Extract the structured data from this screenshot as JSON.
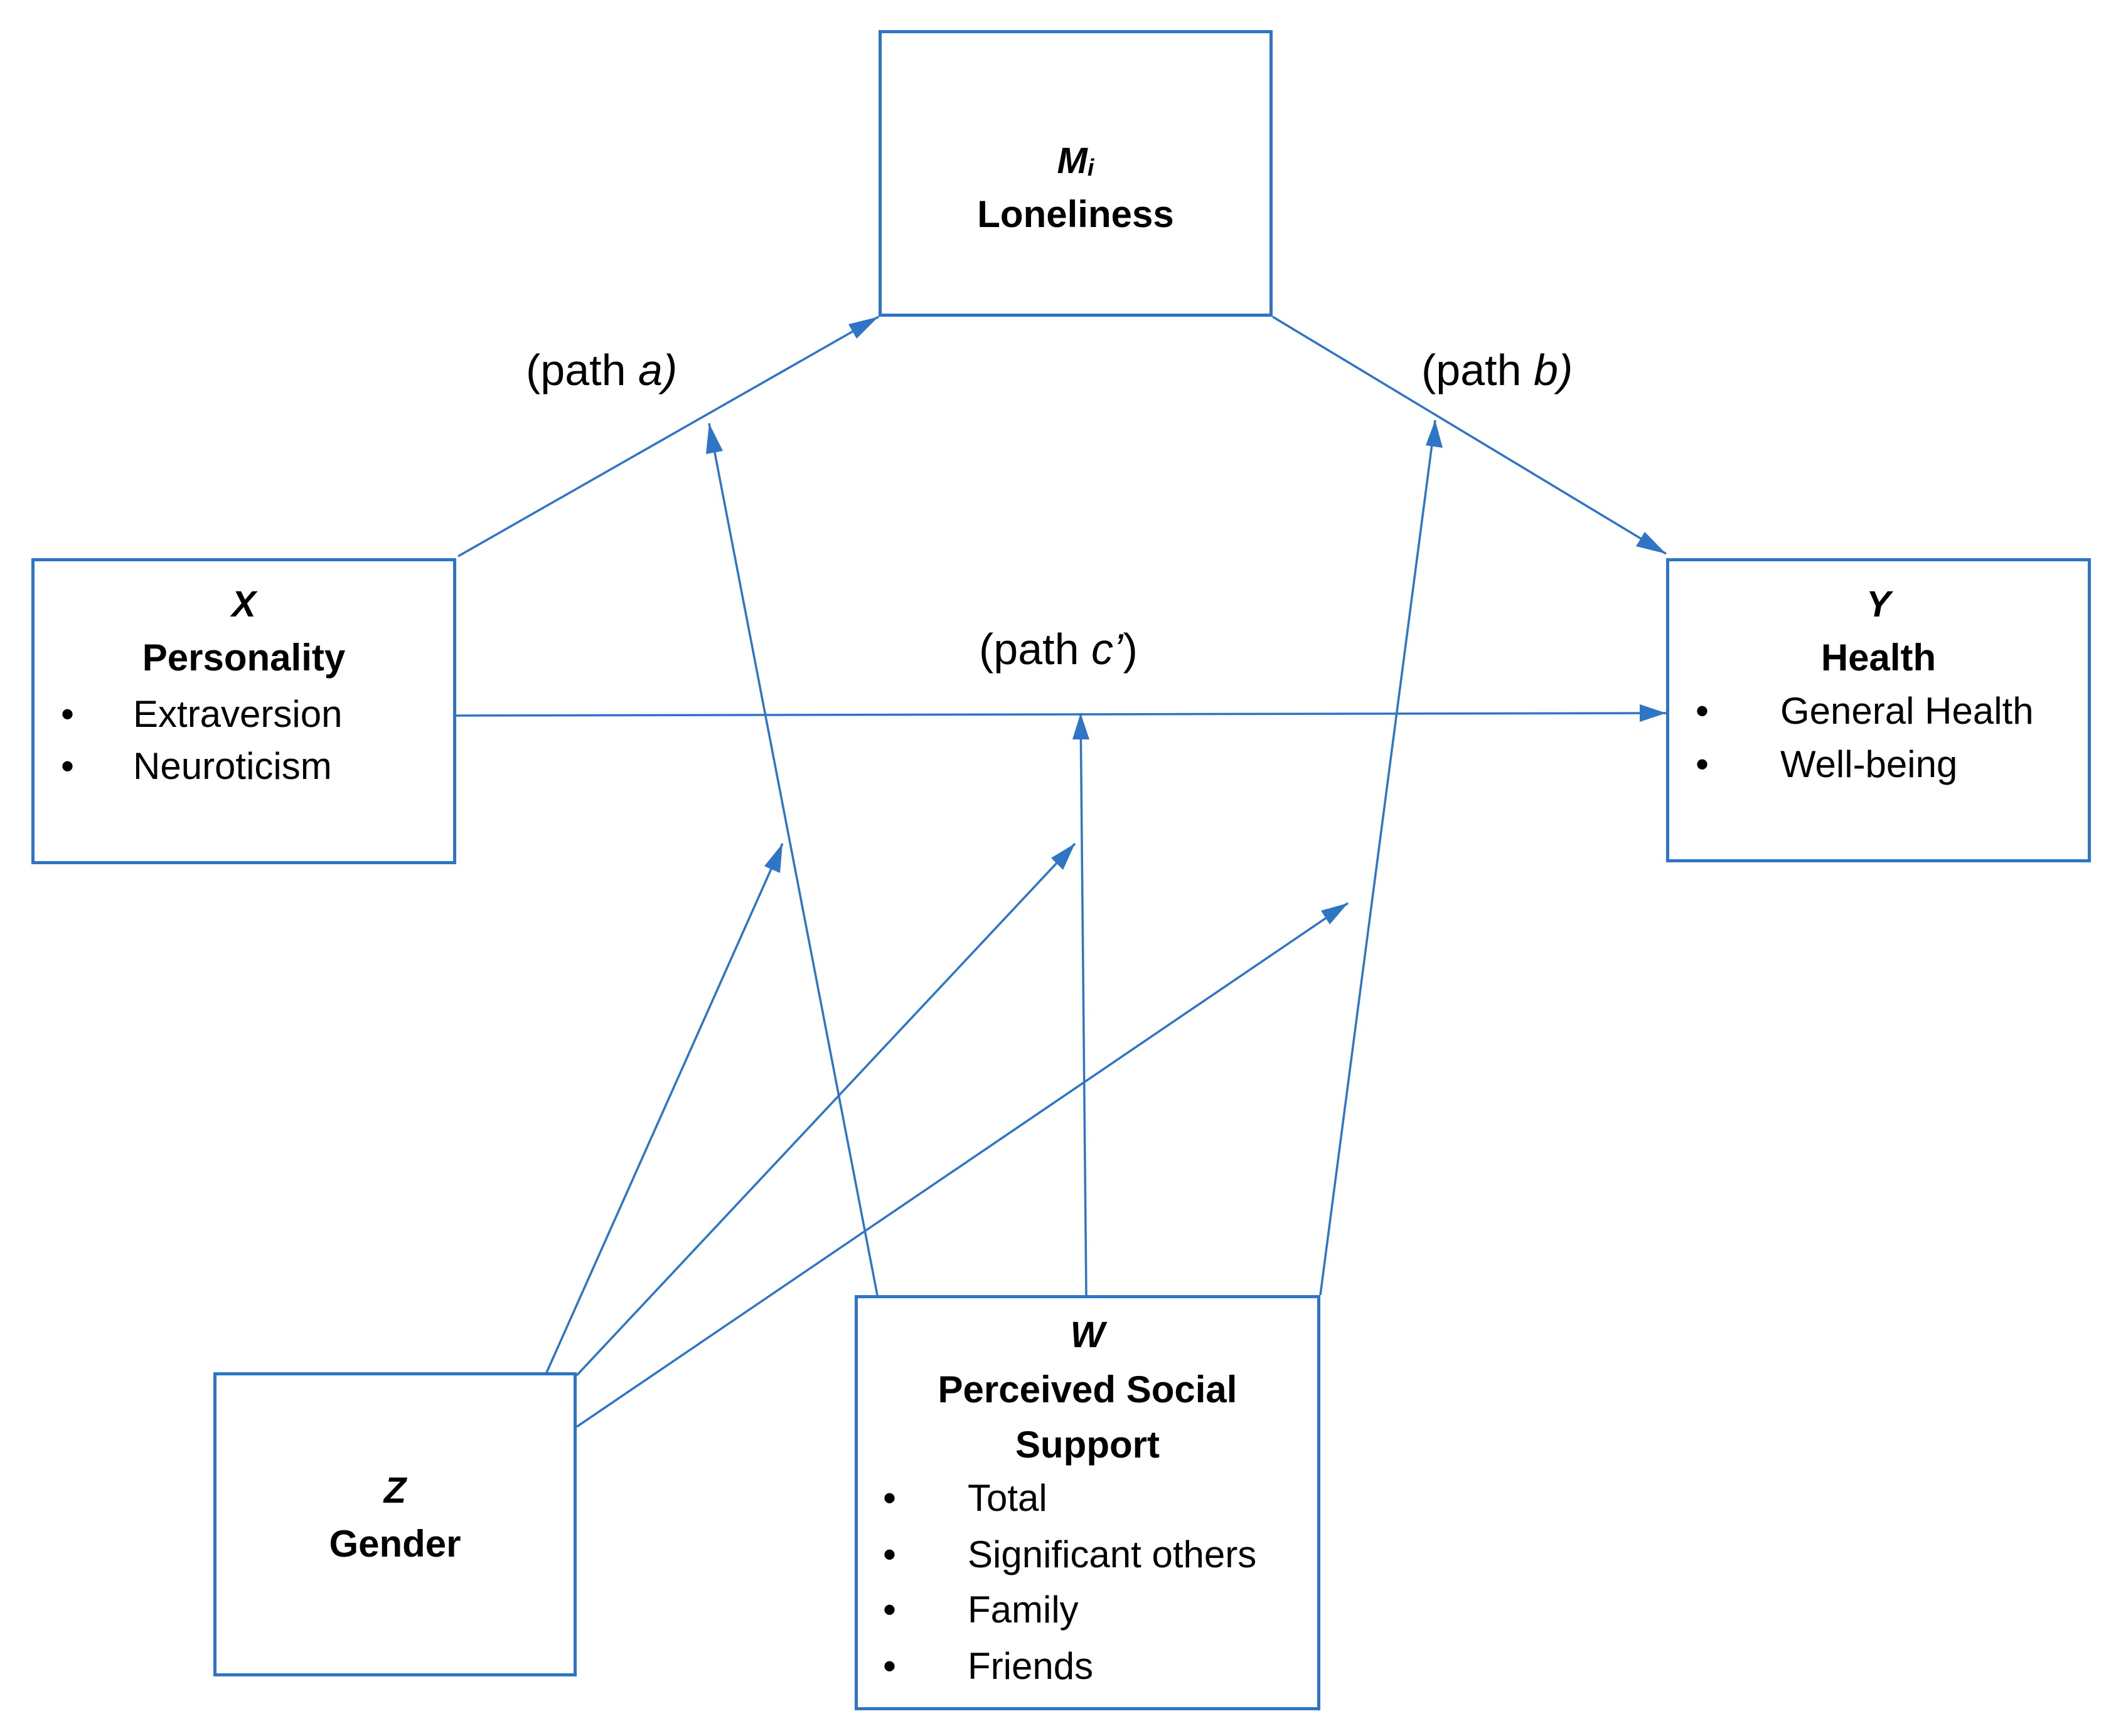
{
  "colors": {
    "line": "#2e75c6",
    "border": "#2e75c6",
    "text": "#000000"
  },
  "nodes": {
    "m": {
      "var": "M",
      "sub": "i",
      "name": "Loneliness"
    },
    "x": {
      "var": "X",
      "name": "Personality",
      "items": [
        "Extraversion",
        "Neuroticism"
      ]
    },
    "y": {
      "var": "Y",
      "name": "Health",
      "items": [
        "General Health",
        "Well-being"
      ]
    },
    "z": {
      "var": "Z",
      "name": "Gender"
    },
    "w": {
      "var": "W",
      "name_line1": "Perceived Social",
      "name_line2": "Support",
      "items": [
        "Total",
        "Significant others",
        "Family",
        "Friends"
      ]
    }
  },
  "paths": {
    "a": {
      "prefix": "(path ",
      "letter": "a",
      "suffix": ")"
    },
    "b": {
      "prefix": "(path ",
      "letter": "b",
      "suffix": ")"
    },
    "c": {
      "prefix": "(path ",
      "letter": "c’",
      "suffix": ")"
    }
  },
  "bullet": "•"
}
